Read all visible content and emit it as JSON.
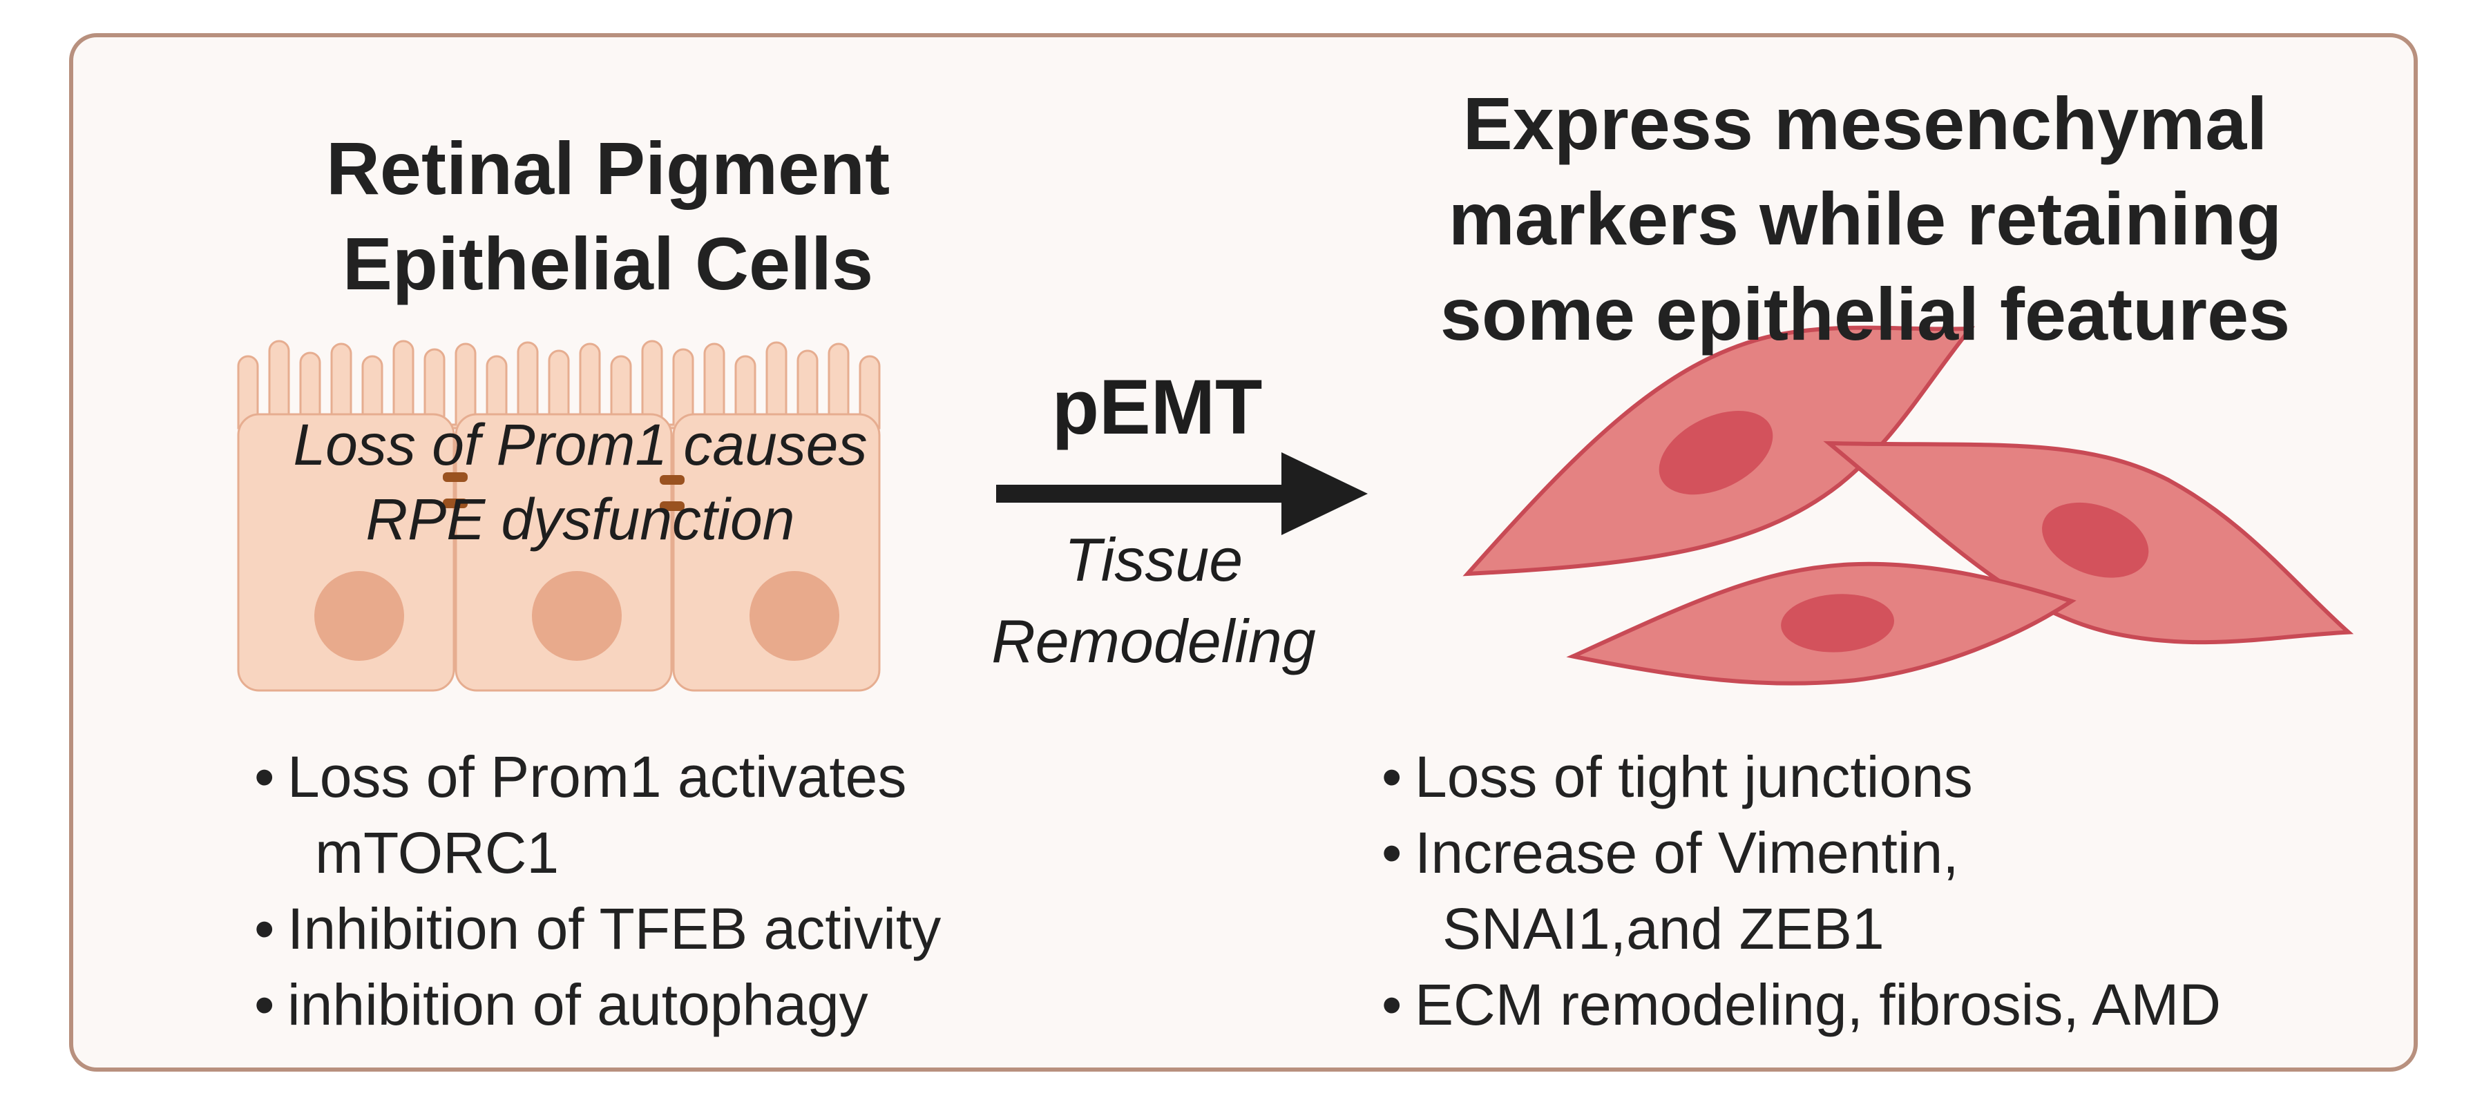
{
  "left_title": {
    "lines": [
      "Retinal Pigment",
      "Epithelial Cells"
    ]
  },
  "right_title": {
    "lines": [
      "Express mesenchymal",
      "markers while retaining",
      "some epithelial features"
    ]
  },
  "rpe_caption": {
    "lines": [
      "Loss of Prom1 causes",
      "RPE dysfunction"
    ]
  },
  "arrow": {
    "label": "pEMT",
    "sublabel_lines": [
      "Tissue",
      "Remodeling"
    ]
  },
  "left_bullets": [
    {
      "lines": [
        "Loss of Prom1 activates",
        "mTORC1"
      ]
    },
    {
      "lines": [
        "Inhibition of TFEB activity"
      ]
    },
    {
      "lines": [
        "inhibition of autophagy"
      ]
    }
  ],
  "right_bullets": [
    {
      "lines": [
        "Loss of tight junctions"
      ]
    },
    {
      "lines": [
        "Increase of Vimentin,",
        "SNAI1,and ZEB1"
      ]
    },
    {
      "lines": [
        "ECM remodeling, fibrosis, AMD"
      ]
    }
  ],
  "bullet_symbol": "•",
  "colors": {
    "panel_bg": "#fcf8f6",
    "panel_border": "#b8907e",
    "rpe_cell_fill": "#f8d5c0",
    "rpe_cell_stroke": "#e6ad90",
    "rpe_nucleus": "#e8aa8c",
    "tight_junction": "#9a5220",
    "mesenchymal_cell_fill": "#e48282",
    "mesenchymal_cell_stroke": "#c84a55",
    "mesenchymal_nucleus": "#d3525c",
    "arrow": "#1e1e1e"
  }
}
